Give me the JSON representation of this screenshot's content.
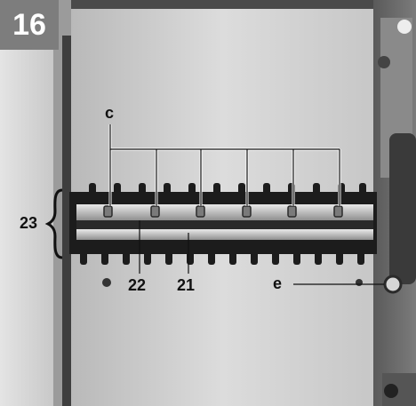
{
  "figure": {
    "number": "16",
    "callouts": {
      "c": "c",
      "e": "e",
      "n21": "21",
      "n22": "22",
      "n23": "23"
    }
  }
}
